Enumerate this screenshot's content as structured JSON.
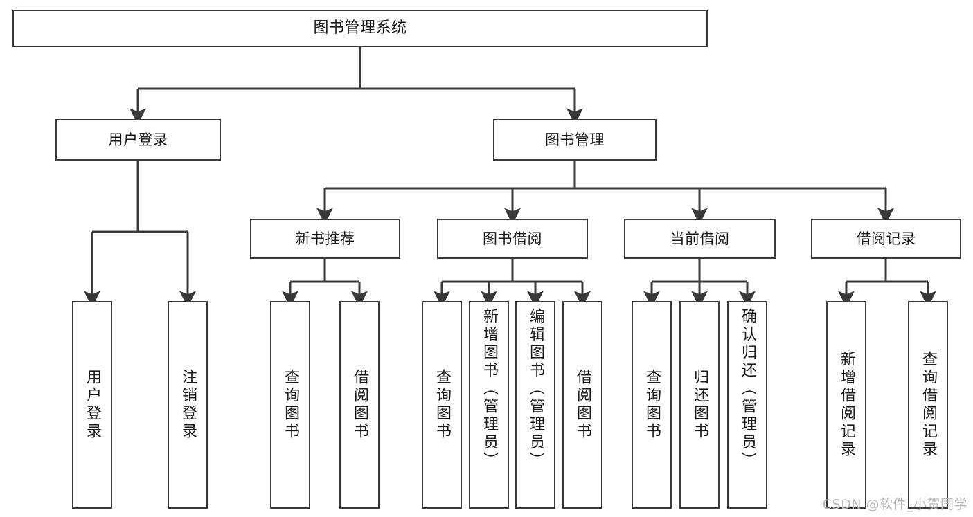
{
  "diagram": {
    "type": "tree",
    "title": "图书管理系统",
    "orientation": "top-down",
    "edge_color": "#3a3a3a",
    "box_border_color": "#3a3a3a",
    "box_fill_color": "#ffffff",
    "background_color": "#ffffff"
  },
  "nodes": {
    "root": {
      "label": "图书管理系统"
    },
    "level2": [
      {
        "label": "用户登录"
      },
      {
        "label": "图书管理"
      }
    ],
    "level3": [
      {
        "label": "新书推荐"
      },
      {
        "label": "图书借阅"
      },
      {
        "label": "当前借阅"
      },
      {
        "label": "借阅记录"
      }
    ],
    "leaves": {
      "user_login": [
        {
          "label": "用户登录"
        },
        {
          "label": "注销登录"
        }
      ],
      "new_book_recommend": [
        {
          "label": "查询图书"
        },
        {
          "label": "借阅图书"
        }
      ],
      "book_borrow": [
        {
          "label": "查询图书"
        },
        {
          "label": "新增图书（管理员）"
        },
        {
          "label": "编辑图书（管理员）"
        },
        {
          "label": "借阅图书"
        }
      ],
      "current_borrow": [
        {
          "label": "查询图书"
        },
        {
          "label": "归还图书"
        },
        {
          "label": "确认归还（管理员）"
        }
      ],
      "borrow_record": [
        {
          "label": "新增借阅记录"
        },
        {
          "label": "查询借阅记录"
        }
      ]
    }
  },
  "watermark": {
    "text": "CSDN @软件_小贺同学"
  }
}
